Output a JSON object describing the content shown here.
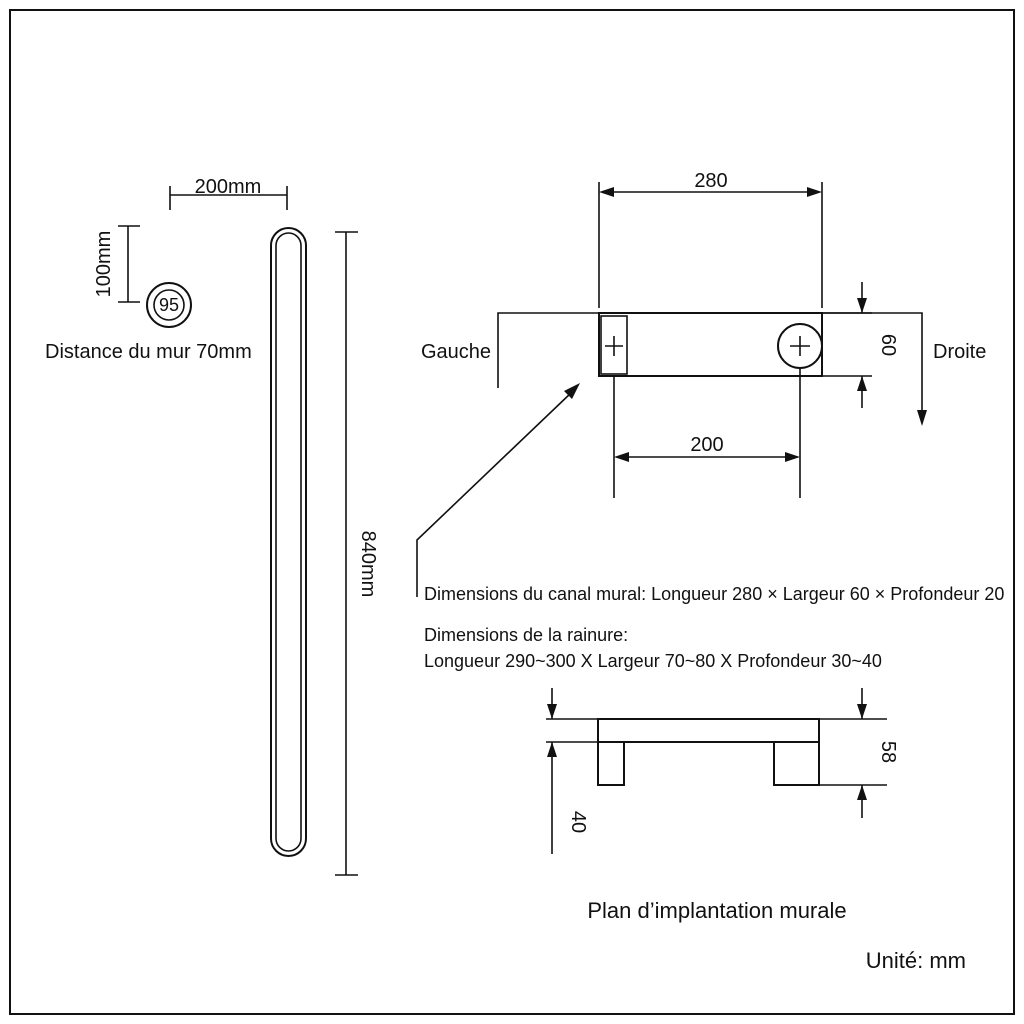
{
  "frame_color": "#111111",
  "towel_rail": {
    "width_label": "200mm",
    "height_label": "840mm",
    "depth_label": "100mm",
    "circle_label": "95",
    "wall_distance_label": "Distance du mur 70mm"
  },
  "wall_channel": {
    "length_label": "280",
    "width_label": "60",
    "spacing_label": "200",
    "left_label": "Gauche",
    "right_label": "Droite"
  },
  "notes": {
    "channel_dimensions": "Dimensions du canal mural: Longueur 280 × Largeur 60 × Profondeur 20",
    "groove_title": "Dimensions de la rainure:",
    "groove_dimensions": "Longueur 290~300 X Largeur 70~80 X Profondeur 30~40"
  },
  "side_view": {
    "depth_label": "58",
    "thickness_label": "40"
  },
  "caption": {
    "title": "Plan d’implantation murale",
    "unit": "Unité: mm"
  }
}
